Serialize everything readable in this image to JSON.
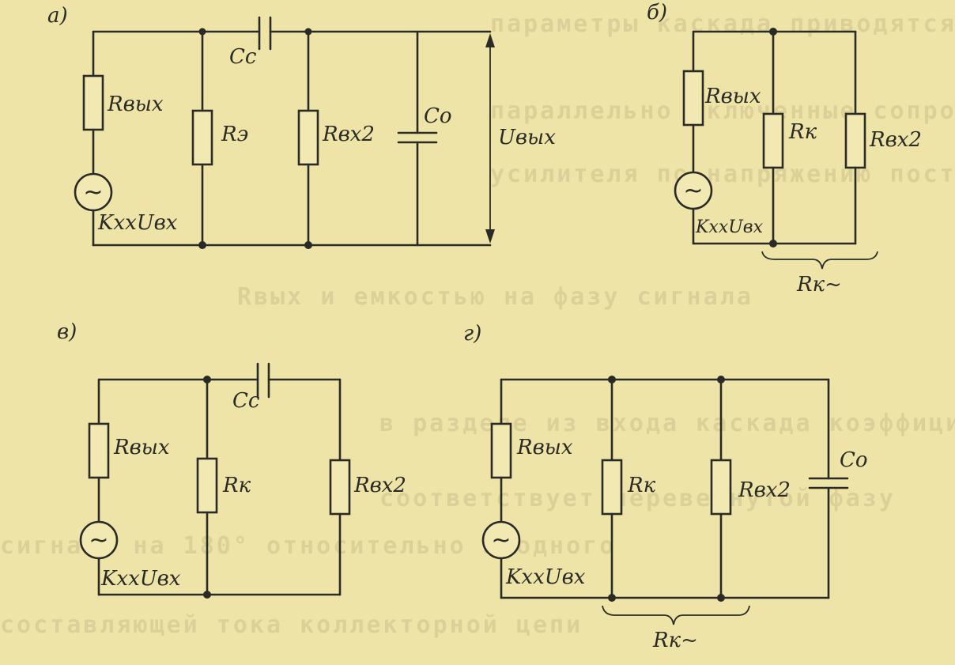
{
  "panels": {
    "a": {
      "letter": "а)",
      "labels": {
        "r_out": "Rвых",
        "r_e": "Rэ",
        "r_in2": "Rвх2",
        "c_c": "Cс",
        "c_o": "Co",
        "u_out": "Uвых",
        "source": "KxxUвх"
      }
    },
    "b": {
      "letter": "б)",
      "labels": {
        "r_out": "Rвых",
        "r_k": "Rк",
        "r_in2": "Rвх2",
        "source": "KxxUвх",
        "r_k_ac": "Rк~"
      }
    },
    "v": {
      "letter": "в)",
      "labels": {
        "r_out": "Rвых",
        "r_k": "Rк",
        "r_in2": "Rвх2",
        "c_c": "Cс",
        "source": "KxxUвх"
      }
    },
    "g": {
      "letter": "г)",
      "labels": {
        "r_out": "Rвых",
        "r_k": "Rк",
        "r_in2": "Rвх2",
        "c_o": "Cо",
        "source": "KxxUвх",
        "r_k_ac": "Rк~"
      }
    }
  },
  "source_symbol": "~",
  "background_text": [
    "параметры каскада приводятся к виду",
    "параллельно включенные сопротивления",
    "усилителя по напряжению поступают на вход",
    "Rвых и емкостью на фазу сигнала",
    "в разделе из входа каскада коэффициент",
    "соответствует перевернутой фазу",
    "сигнала на 180° относительно входного",
    "составляющей тока коллекторной цепи"
  ]
}
